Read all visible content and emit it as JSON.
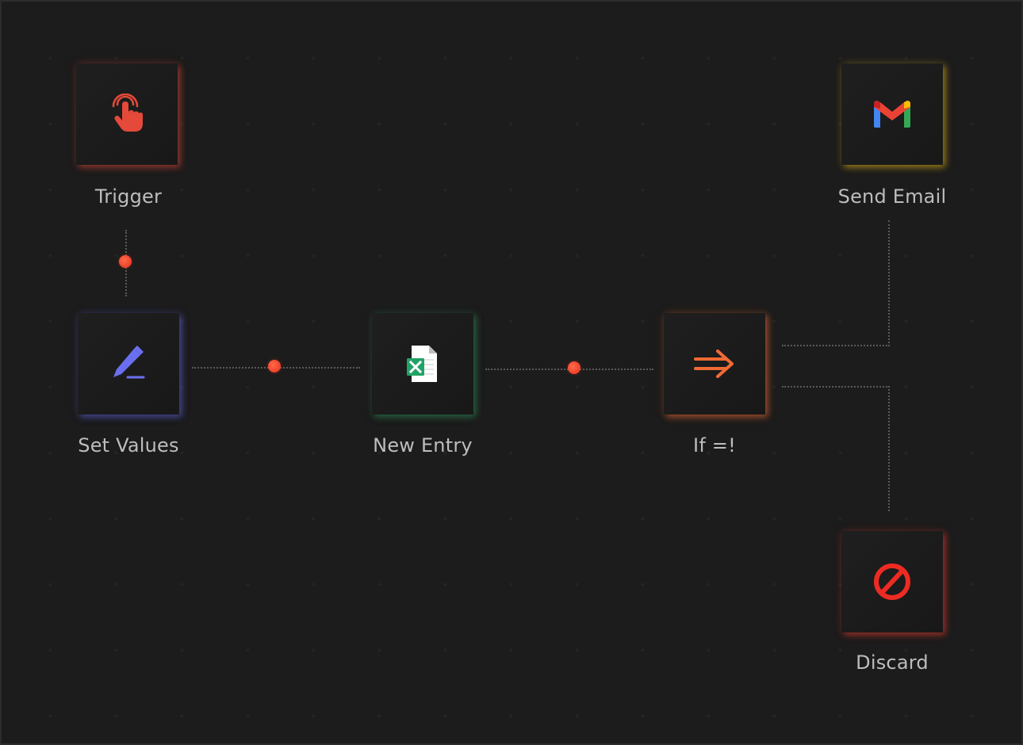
{
  "workflow": {
    "nodes": [
      {
        "id": "trigger",
        "label": "Trigger",
        "icon": "tap-hand-icon",
        "glow_color": "#e5493a"
      },
      {
        "id": "set_values",
        "label": "Set Values",
        "icon": "pencil-icon",
        "glow_color": "#5b5fd6"
      },
      {
        "id": "new_entry",
        "label": "New Entry",
        "icon": "excel-file-icon",
        "glow_color": "#2e8b57"
      },
      {
        "id": "if_neq",
        "label": "If =!",
        "icon": "double-arrow-right-icon",
        "glow_color": "#f06a35"
      },
      {
        "id": "send_email",
        "label": "Send Email",
        "icon": "gmail-icon",
        "glow_color": "#e0b21a"
      },
      {
        "id": "discard",
        "label": "Discard",
        "icon": "prohibited-icon",
        "glow_color": "#e23a2e"
      }
    ],
    "connections": [
      {
        "from": "trigger",
        "to": "set_values"
      },
      {
        "from": "set_values",
        "to": "new_entry"
      },
      {
        "from": "new_entry",
        "to": "if_neq"
      },
      {
        "from": "if_neq",
        "to": "send_email"
      },
      {
        "from": "if_neq",
        "to": "discard"
      }
    ],
    "connector_dot_color": "#ef4028",
    "line_color": "#5a5a5a"
  }
}
